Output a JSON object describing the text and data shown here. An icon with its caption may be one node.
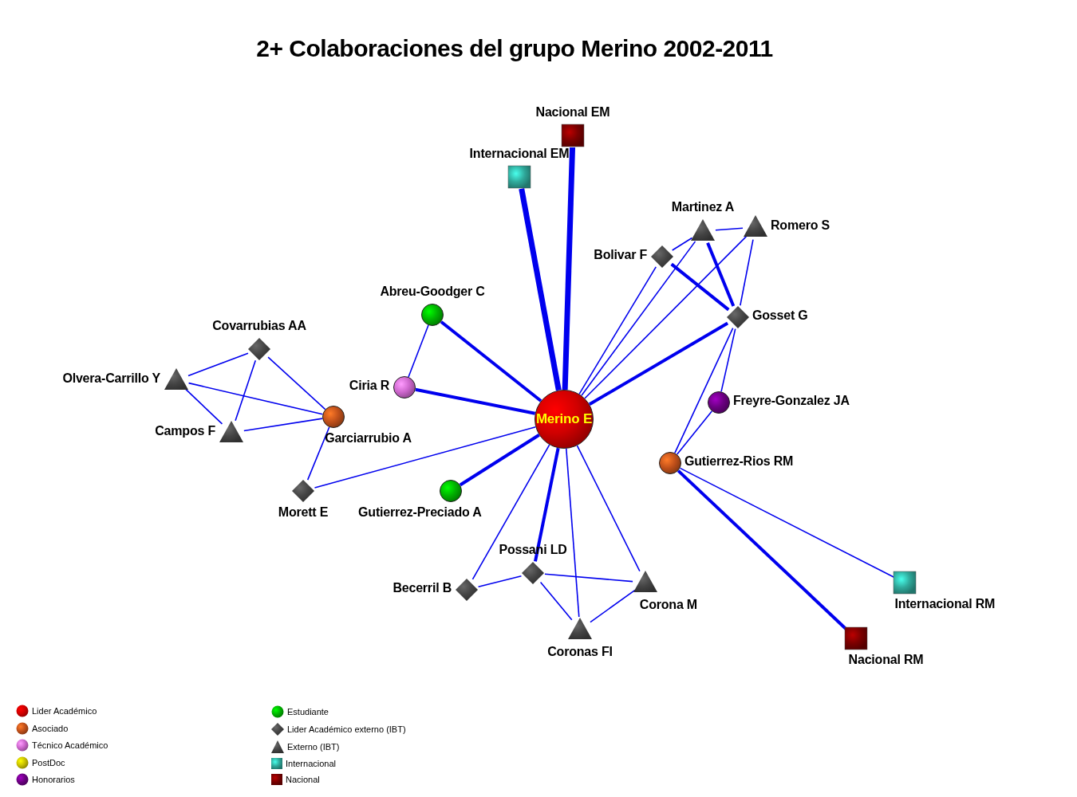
{
  "diagram": {
    "title": "2+ Colaboraciones del grupo Merino 2002-2011",
    "nodes": [
      {
        "text": [
          "Merino E"
        ]
      },
      {
        "text": [
          "Nacional EM"
        ]
      },
      {
        "text": [
          "Internacional EM"
        ]
      },
      {
        "text": [
          "Martinez A"
        ]
      },
      {
        "text": [
          "Romero S"
        ]
      },
      {
        "text": [
          "Bolivar F"
        ]
      },
      {
        "text": [
          "Gosset G"
        ]
      },
      {
        "text": [
          "Abreu-Goodger C"
        ]
      },
      {
        "text": [
          "Covarrubias AA"
        ]
      },
      {
        "text": [
          "Olvera-Carrillo Y"
        ]
      },
      {
        "text": [
          "Ciria R"
        ]
      },
      {
        "text": [
          "Garciarrubio A"
        ]
      },
      {
        "text": [
          "Campos F"
        ]
      },
      {
        "text": [
          "Freyre-Gonzalez JA"
        ]
      },
      {
        "text": [
          "Gutierrez-Rios RM"
        ]
      },
      {
        "text": [
          "Morett E"
        ]
      },
      {
        "text": [
          "Gutierrez-Preciado A"
        ]
      },
      {
        "text": [
          "Possani LD"
        ]
      },
      {
        "text": [
          "Becerril B"
        ]
      },
      {
        "text": [
          "Corona M"
        ]
      },
      {
        "text": [
          "Coronas FI"
        ]
      },
      {
        "text": [
          "Internacional RM"
        ]
      },
      {
        "text": [
          "Nacional RM"
        ]
      }
    ],
    "edges": [
      {
        "from": 0,
        "to": 1,
        "arrow": "none",
        "style": "thick"
      },
      {
        "from": 0,
        "to": 2,
        "arrow": "none",
        "style": "thick"
      },
      {
        "from": 0,
        "to": 7,
        "arrow": "none",
        "style": "thick"
      },
      {
        "from": 0,
        "to": 10,
        "arrow": "none",
        "style": "thick"
      },
      {
        "from": 0,
        "to": 6,
        "arrow": "none",
        "style": "thick"
      },
      {
        "from": 0,
        "to": 16,
        "arrow": "none",
        "style": "thick"
      },
      {
        "from": 0,
        "to": 17,
        "arrow": "none",
        "style": "thick"
      },
      {
        "from": 0,
        "to": 5,
        "arrow": "none"
      },
      {
        "from": 0,
        "to": 3,
        "arrow": "none"
      },
      {
        "from": 0,
        "to": 4,
        "arrow": "none"
      },
      {
        "from": 0,
        "to": 15,
        "arrow": "none"
      },
      {
        "from": 0,
        "to": 18,
        "arrow": "none"
      },
      {
        "from": 0,
        "to": 20,
        "arrow": "none"
      },
      {
        "from": 0,
        "to": 19,
        "arrow": "none"
      },
      {
        "from": 7,
        "to": 10,
        "arrow": "none"
      },
      {
        "from": 8,
        "to": 9,
        "arrow": "none"
      },
      {
        "from": 8,
        "to": 12,
        "arrow": "none"
      },
      {
        "from": 8,
        "to": 11,
        "arrow": "none"
      },
      {
        "from": 9,
        "to": 12,
        "arrow": "none"
      },
      {
        "from": 9,
        "to": 11,
        "arrow": "none"
      },
      {
        "from": 12,
        "to": 11,
        "arrow": "none"
      },
      {
        "from": 11,
        "to": 15,
        "arrow": "none"
      },
      {
        "from": 5,
        "to": 3,
        "arrow": "none"
      },
      {
        "from": 5,
        "to": 6,
        "arrow": "none",
        "style": "thick"
      },
      {
        "from": 3,
        "to": 4,
        "arrow": "none"
      },
      {
        "from": 3,
        "to": 6,
        "arrow": "none",
        "style": "thick"
      },
      {
        "from": 4,
        "to": 6,
        "arrow": "none"
      },
      {
        "from": 6,
        "to": 13,
        "arrow": "none"
      },
      {
        "from": 6,
        "to": 14,
        "arrow": "none"
      },
      {
        "from": 13,
        "to": 14,
        "arrow": "none"
      },
      {
        "from": 14,
        "to": 21,
        "arrow": "none"
      },
      {
        "from": 14,
        "to": 22,
        "arrow": "none",
        "style": "thick"
      },
      {
        "from": 17,
        "to": 18,
        "arrow": "none"
      },
      {
        "from": 17,
        "to": 19,
        "arrow": "none"
      },
      {
        "from": 17,
        "to": 20,
        "arrow": "none"
      },
      {
        "from": 20,
        "to": 19,
        "arrow": "none"
      }
    ],
    "legend": [
      {
        "text": "Lider Académico",
        "color": "#d00000"
      },
      {
        "text": "Asociado",
        "color": "#c0501a"
      },
      {
        "text": "Técnico Académico",
        "color": "#cc66cc"
      },
      {
        "text": "PostDoc",
        "color": "#c8c000"
      },
      {
        "text": "Honorarios",
        "color": "#6a0080"
      },
      {
        "text": "Estudiante",
        "color": "#00b000"
      },
      {
        "text": "Lider Académico externo (IBT)"
      },
      {
        "text": "Externo (IBT)"
      },
      {
        "text": "Internacional",
        "color": "#2fa89a"
      },
      {
        "text": "Nacional",
        "color": "#7a0000"
      }
    ]
  }
}
